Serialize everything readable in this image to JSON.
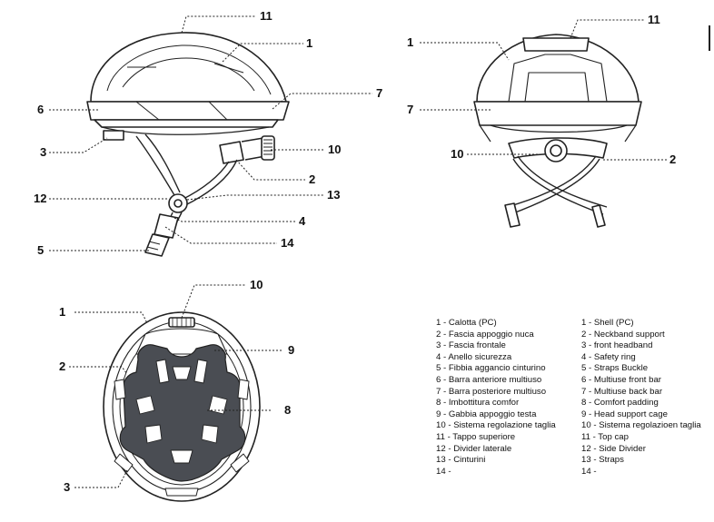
{
  "callouts": {
    "side": {
      "c11": "11",
      "c1": "1",
      "c6": "6",
      "c7": "7",
      "c3": "3",
      "c10": "10",
      "c2": "2",
      "c12": "12",
      "c13": "13",
      "c4": "4",
      "c5": "5",
      "c14": "14"
    },
    "back": {
      "c1": "1",
      "c11": "11",
      "c7": "7",
      "c10": "10",
      "c2": "2"
    },
    "bottom": {
      "c10": "10",
      "c1": "1",
      "c9": "9",
      "c2": "2",
      "c8": "8",
      "c3": "3"
    }
  },
  "legend_it": [
    "1 - Calotta (PC)",
    "2 - Fascia appoggio nuca",
    "3 - Fascia frontale",
    "4 - Anello sicurezza",
    "5 - Fibbia aggancio cinturino",
    "6 - Barra anteriore multiuso",
    "7 - Barra posteriore multiuso",
    "8 - Imbottitura comfor",
    "9 - Gabbia appoggio testa",
    "10 - Sistema regolazione taglia",
    "11 - Tappo superiore",
    "12 - Divider laterale",
    "13 - Cinturini",
    "14 -"
  ],
  "legend_en": [
    "1 - Shell (PC)",
    "2 - Neckband support",
    "3 - front headband",
    "4 - Safety ring",
    "5 - Straps Buckle",
    "6 - Multiuse front bar",
    "7 - Multiuse back bar",
    "8 - Comfort padding",
    "9 - Head support cage",
    "10 - Sistema regolazioen taglia",
    "11 - Top cap",
    "12 - Side Divider",
    "13 - Straps",
    "14 -"
  ]
}
